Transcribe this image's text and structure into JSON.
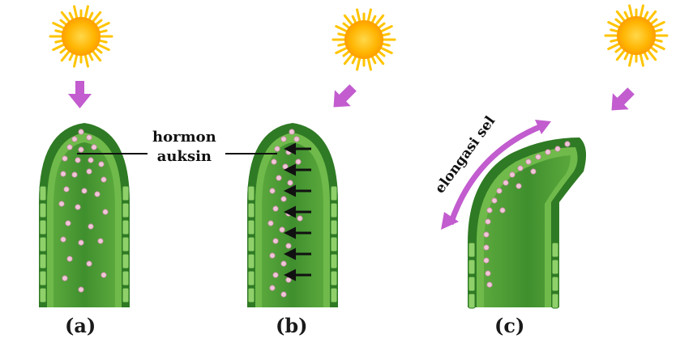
{
  "panels": [
    {
      "label": "(a)"
    },
    {
      "label": "(b)"
    },
    {
      "label": "(c)"
    }
  ],
  "annotation": {
    "hormone_line1": "hormon",
    "hormone_line2": "auksin"
  },
  "elongation_label": "elongasi sel",
  "colors": {
    "sun": "#ffc400",
    "sun_core": "#ffa800",
    "light_arrow": "#c25ccf",
    "shoot_dark": "#3d8c2b",
    "shoot_mid": "#5aa83c",
    "shoot_light": "#88c95a",
    "auxin": "#f0c6d8"
  }
}
